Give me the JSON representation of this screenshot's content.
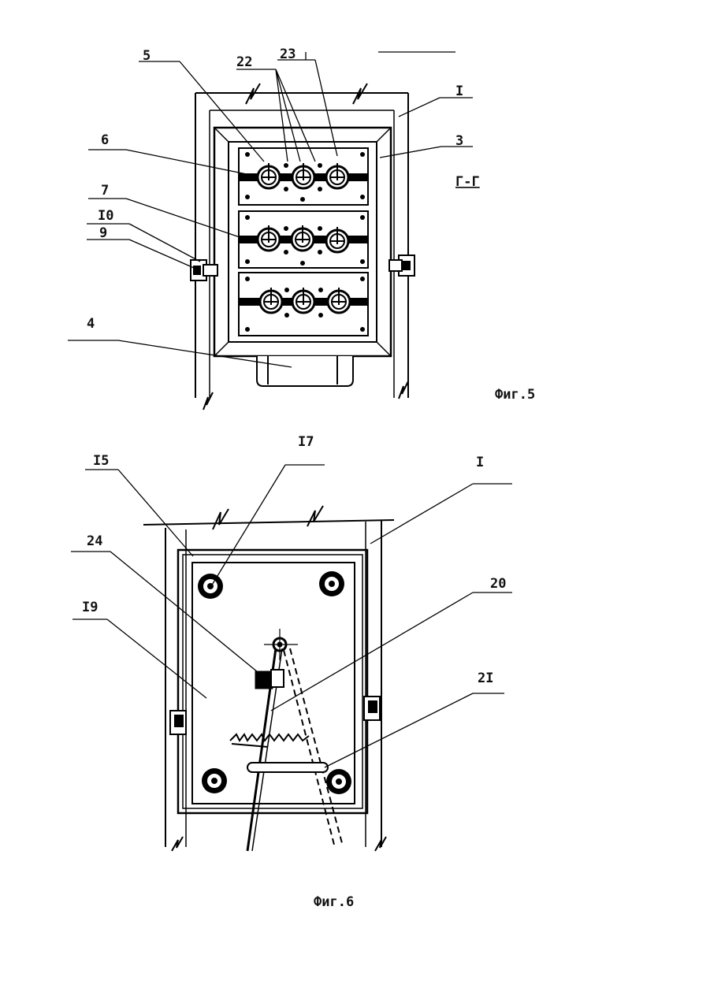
{
  "figure5": {
    "caption": "Фиг.5",
    "section_label": "Г-Г",
    "labels": {
      "l5": "5",
      "l22": "22",
      "l23": "23",
      "l1": "I",
      "l3": "3",
      "l6": "6",
      "l7": "7",
      "l10": "I0",
      "l9": "9",
      "l4": "4"
    }
  },
  "figure6": {
    "caption": "Фиг.6",
    "labels": {
      "l17": "I7",
      "l15": "I5",
      "l1": "I",
      "l24": "24",
      "l19": "I9",
      "l20": "20",
      "l21": "2I"
    }
  }
}
